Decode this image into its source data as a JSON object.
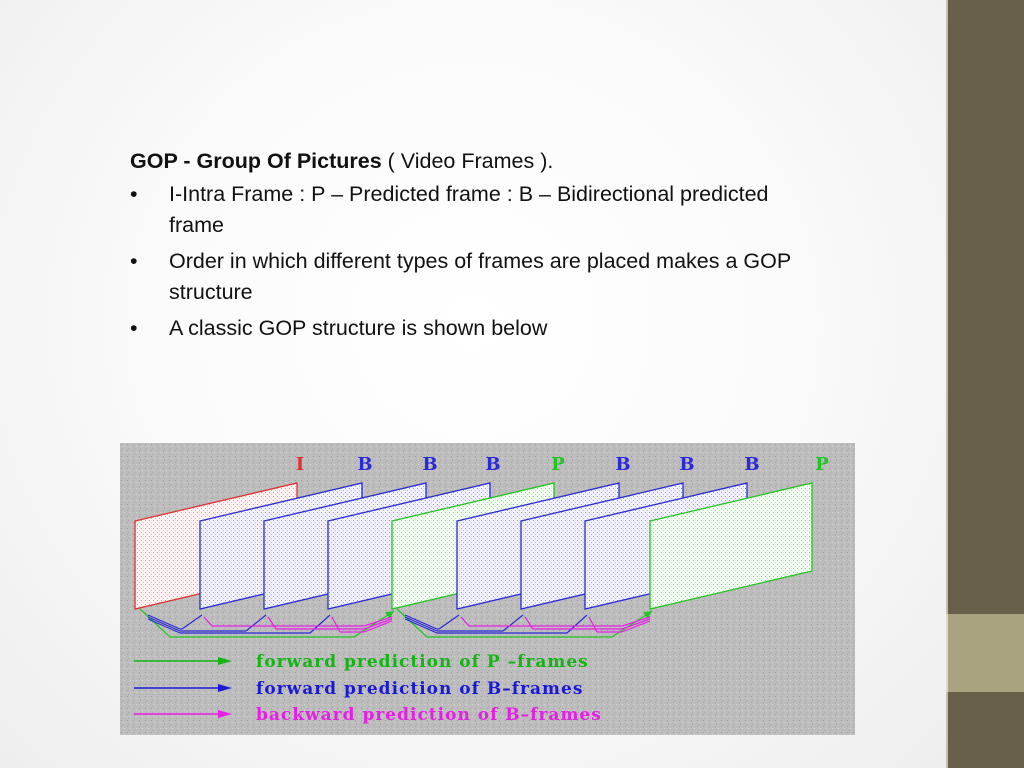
{
  "text": {
    "title_bold": "GOP  - Group Of Pictures",
    "title_rest": " ( Video Frames ).",
    "bullets": [
      {
        "mark": "•",
        "text": "I-Intra Frame : P – Predicted frame : B – Bidirectional predicted frame"
      },
      {
        "mark": "•",
        "text": "Order in which different types of frames are placed makes a GOP structure"
      },
      {
        "mark": "•",
        "text": "A classic GOP structure is shown below"
      }
    ]
  },
  "diagram": {
    "frame_labels": [
      "I",
      "B",
      "B",
      "B",
      "P",
      "B",
      "B",
      "B",
      "P"
    ],
    "legend": [
      {
        "text": "forward prediction of P –frames",
        "color": "#14b414"
      },
      {
        "text": "forward prediction of B–frames",
        "color": "#1a1ad2"
      },
      {
        "text": "backward prediction of B–frames",
        "color": "#e61ee6"
      }
    ],
    "colors": {
      "I": "#e03030",
      "B": "#2a2ad6",
      "P": "#22c422",
      "backward": "#e61ee6",
      "background": "#bdbdbd"
    }
  }
}
